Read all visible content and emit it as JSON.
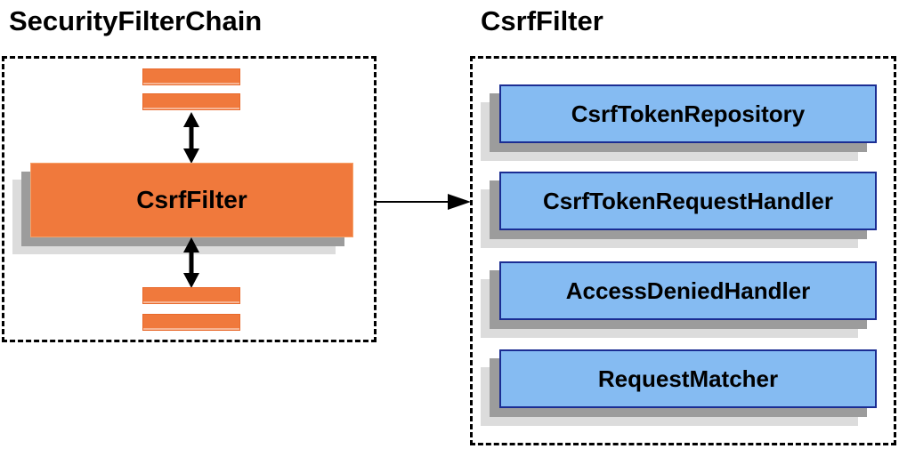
{
  "left_panel": {
    "title": "SecurityFilterChain",
    "filter_box_label": "CsrfFilter"
  },
  "right_panel": {
    "title": "CsrfFilter",
    "items": [
      {
        "label": "CsrfTokenRepository"
      },
      {
        "label": "CsrfTokenRequestHandler"
      },
      {
        "label": "AccessDeniedHandler"
      },
      {
        "label": "RequestMatcher"
      }
    ]
  },
  "icons": {
    "vertical_flow": "double-headed-arrow",
    "link": "right-arrow"
  },
  "colors": {
    "orange_fill": "#F0793C",
    "orange_border": "#E8692B",
    "blue_fill": "#85BBF2",
    "blue_border": "#1B2D93",
    "shadow_medium": "#9C9C9C",
    "shadow_light": "#DCDCDC",
    "arrow": "#000000",
    "text": "#000000",
    "background": "#FFFFFF"
  }
}
